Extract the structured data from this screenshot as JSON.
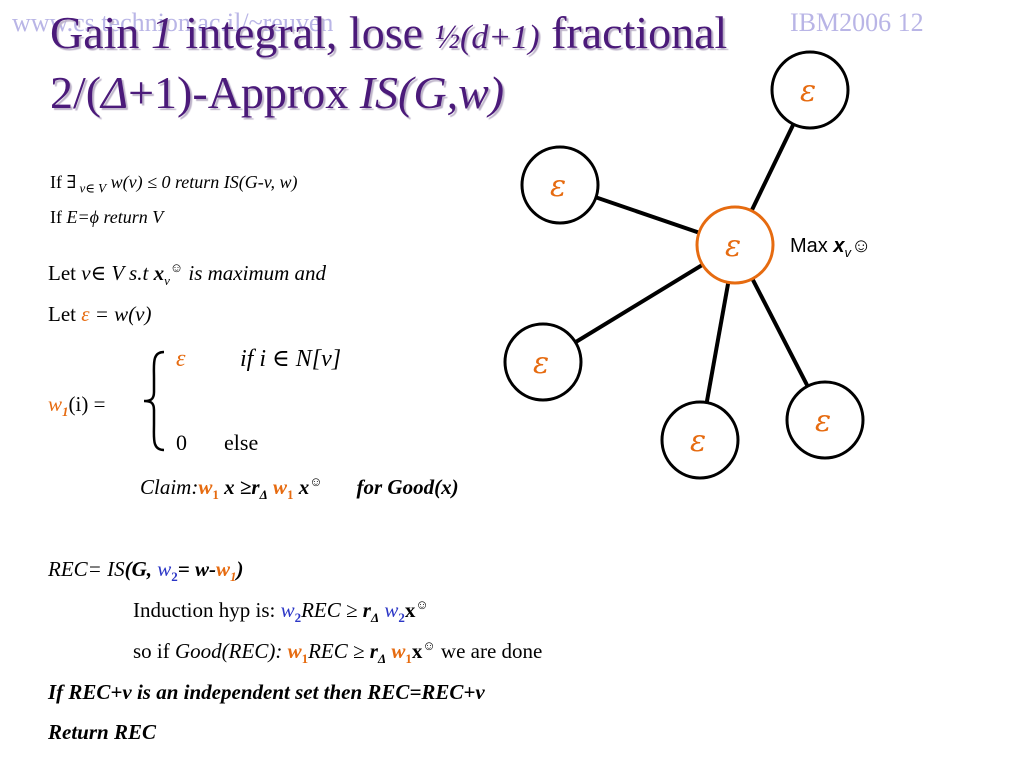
{
  "header": {
    "left": "www.cs.technion.ac.il/~reuven",
    "right": "IBM2006   12"
  },
  "title": {
    "line1_a": "Gain ",
    "line1_b": "1",
    "line1_c": " integral, lose ",
    "line1_d": "½(d+1)",
    "line1_e": " fractional",
    "line2_a": "2/(",
    "line2_b": "Δ",
    "line2_c": "+1)-Approx ",
    "line2_d": "IS(G,w)"
  },
  "graph": {
    "eps": "ε",
    "max_label": "Max ",
    "x": "x",
    "sub": "v",
    "smile": "☺"
  },
  "body": {
    "if1_a": "If ",
    "if1_b": "∃",
    "if1_c": " v∈ V",
    "if1_d": " w(v) ≤ 0 return IS(G-v, w)",
    "if2_a": "If ",
    "if2_b": "E=ϕ return V",
    "let1_a": "Let ",
    "let1_b": "v∈ V s.t ",
    "let1_c": "x",
    "let1_d": "v",
    "let1_e": "☺",
    "let1_f": " is maximum and",
    "let2_a": "Let ",
    "let2_b": "ε",
    "let2_c": "  = w(v)",
    "case1_a": "ε",
    "case1_b": "if  i ∈ N[v]",
    "case2_a": "0",
    "case2_b": "else",
    "w1_a": "w",
    "w1_b": "1",
    "w1_c": "(i) =",
    "claim_a": "Claim:",
    "claim_b": "w",
    "claim_c": "1",
    "claim_d": " x ≥r",
    "claim_e": "Δ",
    "claim_f": " w",
    "claim_g": "1",
    "claim_h": " x",
    "claim_i": "☺",
    "claim_j": "for Good(x)",
    "rec_a": "REC= IS",
    "rec_b": "(G, ",
    "rec_c": "w",
    "rec_d": "2",
    "rec_e": "= w-",
    "rec_f": "w",
    "rec_g": "1",
    "rec_h": ")",
    "ind_a": "Induction hyp is:  ",
    "ind_b": "w",
    "ind_c": "2",
    "ind_d": "REC ≥  ",
    "ind_e": "r",
    "ind_f": "Δ",
    "ind_g": " w",
    "ind_h": "2",
    "ind_i": "x",
    "ind_j": "☺",
    "so_a": "so if ",
    "so_b": "Good(REC): ",
    "so_c": "w",
    "so_d": "1",
    "so_e": "REC ≥  ",
    "so_f": "r",
    "so_g": "Δ",
    "so_h": " w",
    "so_i": "1",
    "so_j": "x",
    "so_k": "☺",
    "so_l": " we are done",
    "ifrec": " If  REC+v is an independent set then REC=REC+v",
    "ret": "Return REC"
  }
}
